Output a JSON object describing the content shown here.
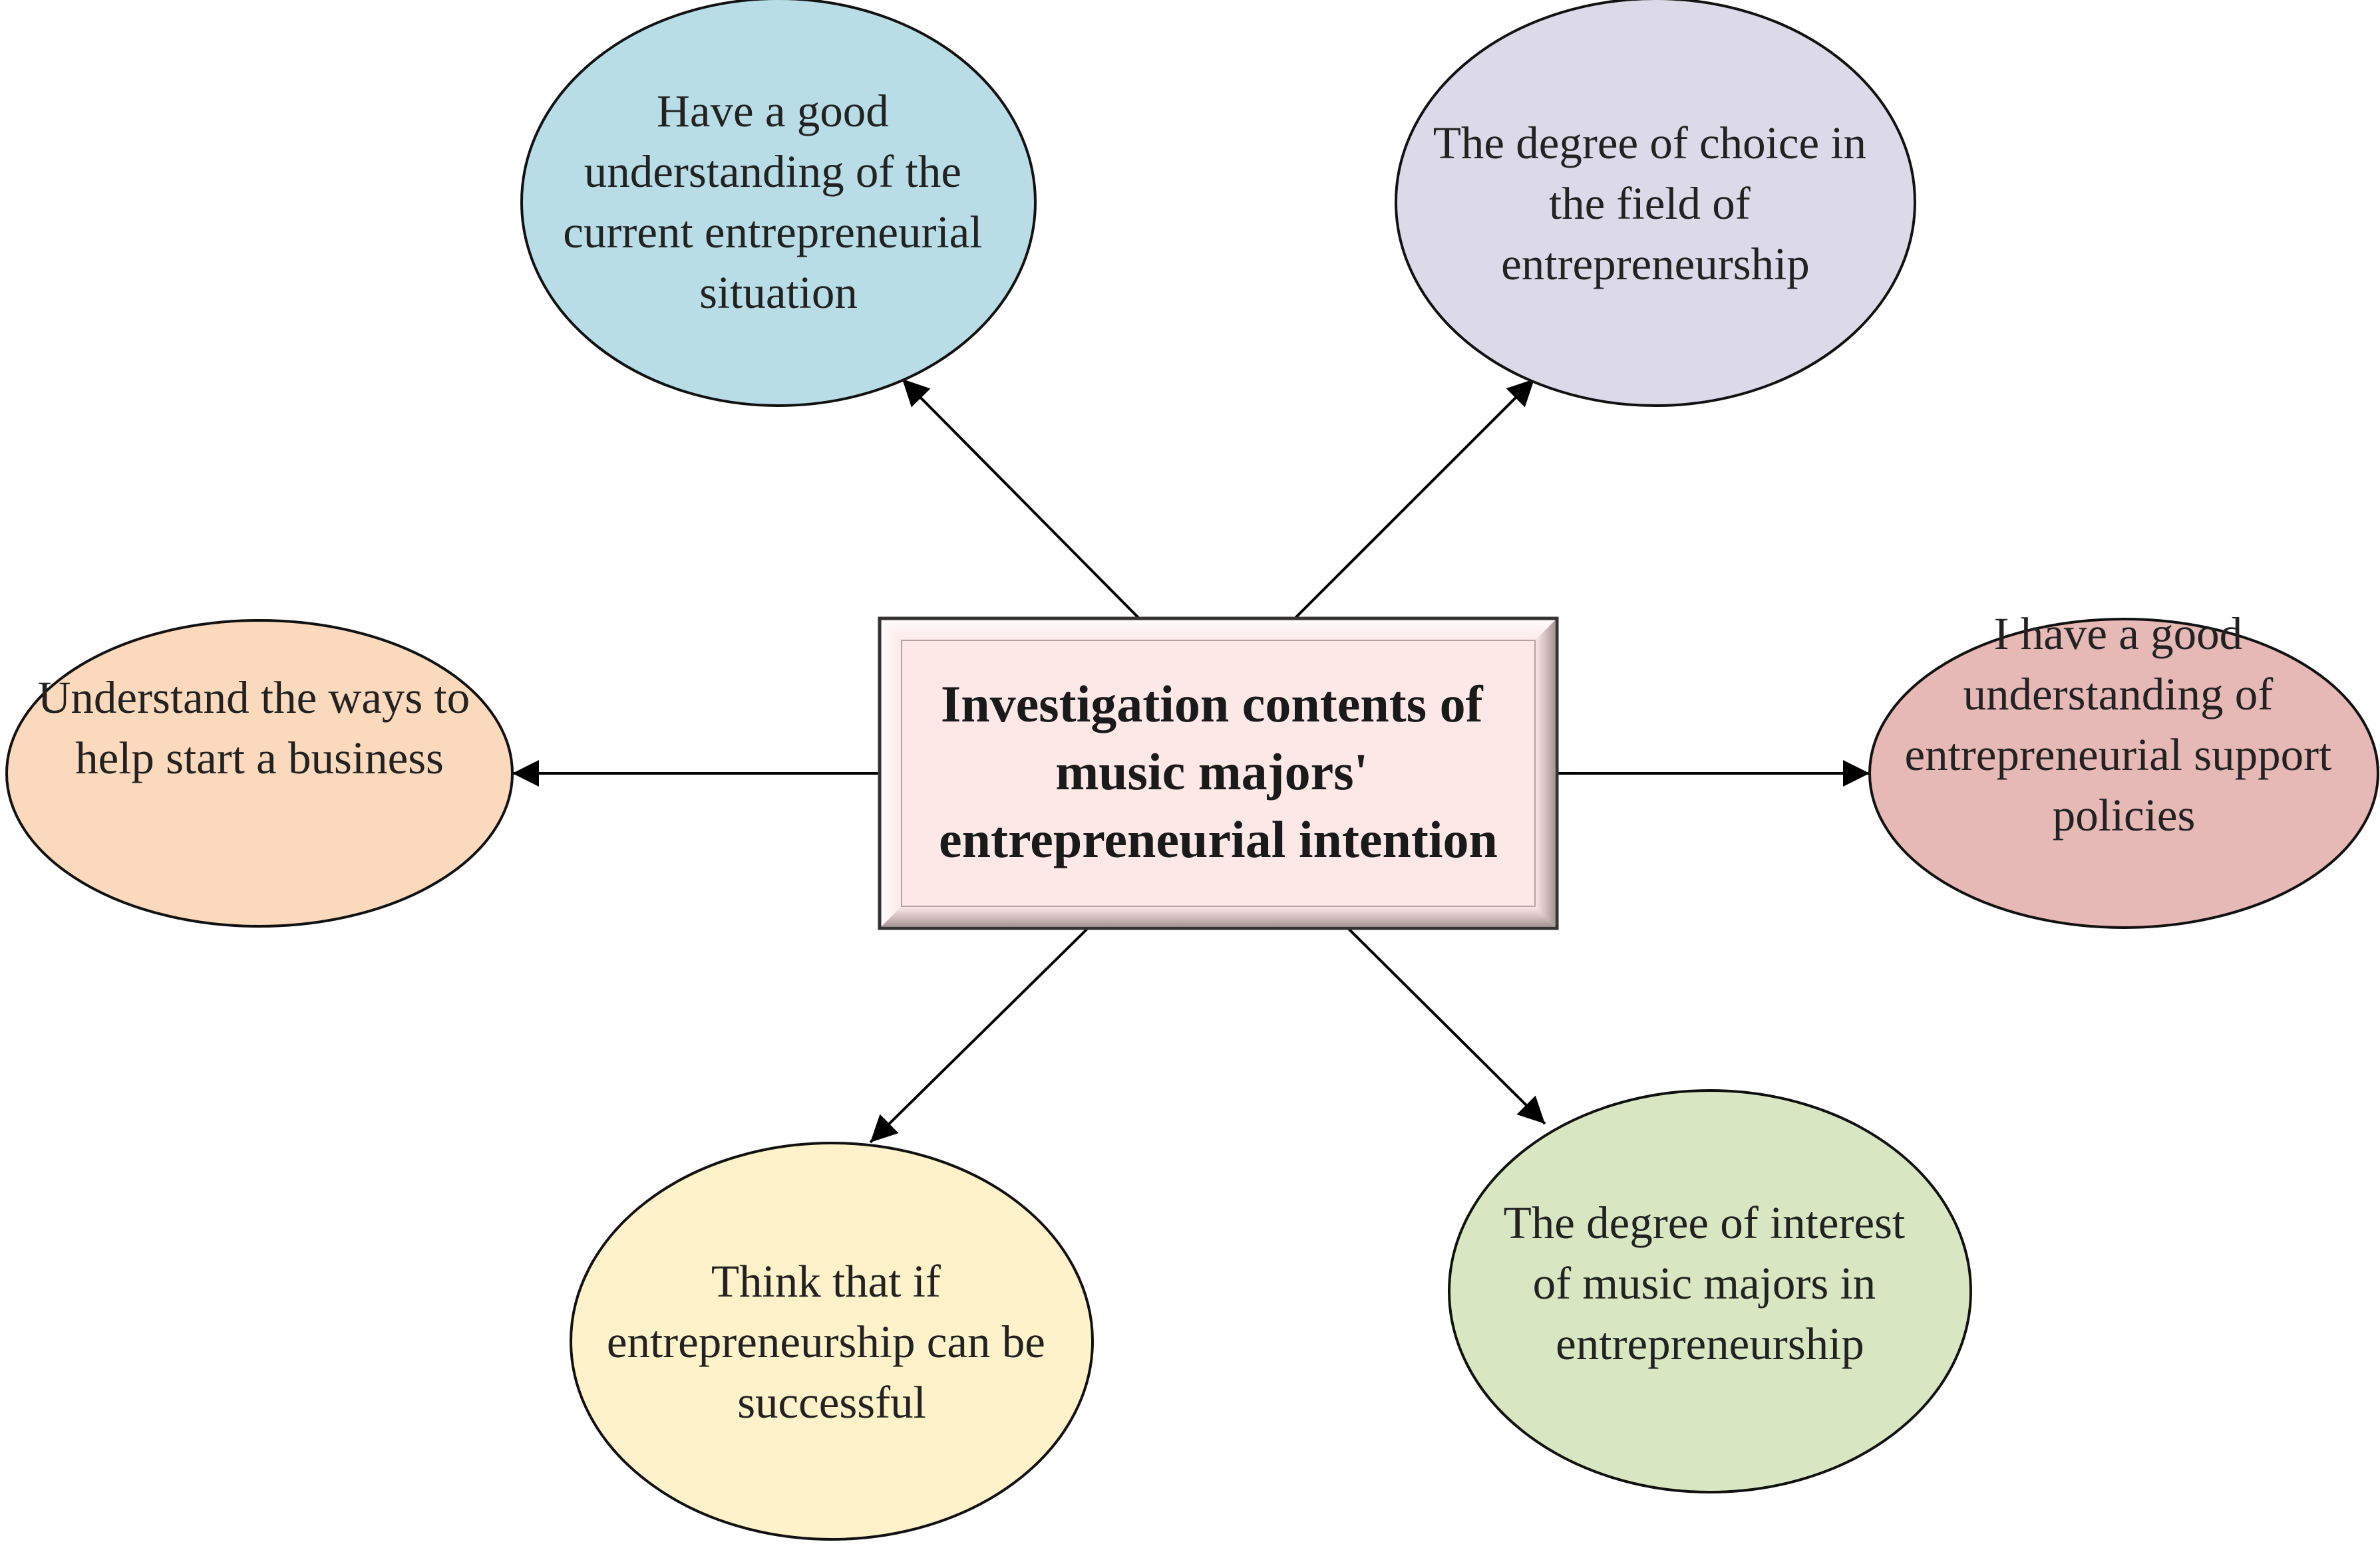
{
  "center": {
    "lines": [
      "Investigation contents of",
      "music majors'",
      "entrepreneurial intention"
    ],
    "fill": "#fde8e8"
  },
  "nodes": [
    {
      "id": "current-situation",
      "lines": [
        "Have a good",
        "understanding of the",
        "current entrepreneurial",
        "situation"
      ],
      "fill": "#b9dde7"
    },
    {
      "id": "field-choice",
      "lines": [
        "The degree of choice in",
        "the field of",
        "entrepreneurship"
      ],
      "fill": "#dcd9e8"
    },
    {
      "id": "help-ways",
      "lines": [
        "Understand the ways to",
        "help start a business"
      ],
      "fill": "#fad9bd"
    },
    {
      "id": "support-policies",
      "lines": [
        "I have a good",
        "understanding of",
        "entrepreneurial support",
        "policies"
      ],
      "fill": "#e6b8b6"
    },
    {
      "id": "success-belief",
      "lines": [
        "Think that if",
        "entrepreneurship can be",
        "successful"
      ],
      "fill": "#fdf2c9"
    },
    {
      "id": "interest-degree",
      "lines": [
        "The degree of interest",
        "of music majors in",
        "entrepreneurship"
      ],
      "fill": "#d8e6c1"
    }
  ]
}
